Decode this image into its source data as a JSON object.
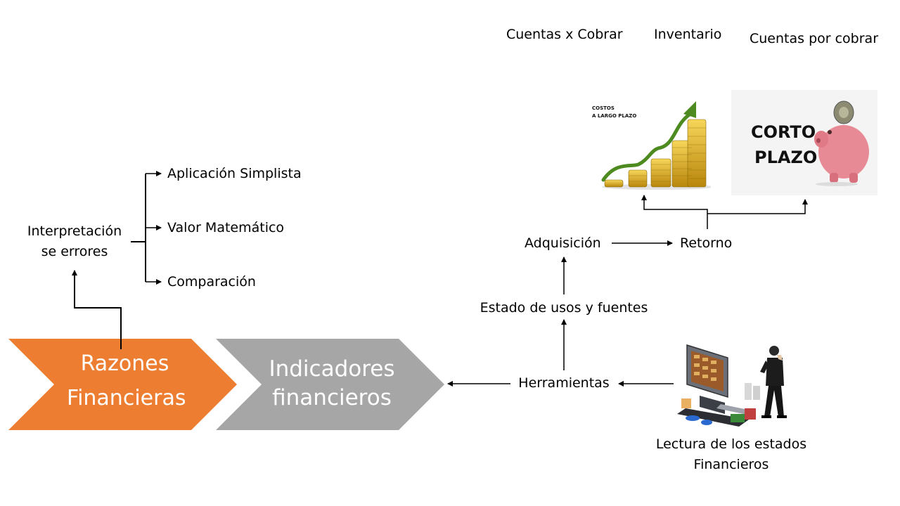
{
  "top_labels": {
    "cuentas_x_cobrar": "Cuentas x Cobrar",
    "inventario": "Inventario",
    "cuentas_por_cobrar": "Cuentas por cobrar"
  },
  "left_branch": {
    "source": [
      "Interpretación",
      "se errores"
    ],
    "items": [
      "Aplicación Simplista",
      "Valor Matemático",
      "Comparación"
    ]
  },
  "chevrons": {
    "razones": [
      "Razones",
      "Financieras"
    ],
    "indicadores": [
      "Indicadores",
      "financieros"
    ],
    "razones_color": "#ed7d31",
    "indicadores_color": "#a6a6a6"
  },
  "right_flow": {
    "adquisicion": "Adquisición",
    "retorno": "Retorno",
    "estado": "Estado de usos y fuentes",
    "herramientas": "Herramientas",
    "lectura": [
      "Lectura de los estados",
      "Financieros"
    ]
  },
  "images": {
    "long_term": {
      "icon": "coins-growth-chart",
      "text": [
        "COSTOS",
        "A LARGO PLAZO"
      ]
    },
    "short_term": {
      "icon": "piggy-bank",
      "text": [
        "CORTO",
        "PLAZO"
      ]
    },
    "reader": {
      "icon": "businessman-computer"
    }
  }
}
